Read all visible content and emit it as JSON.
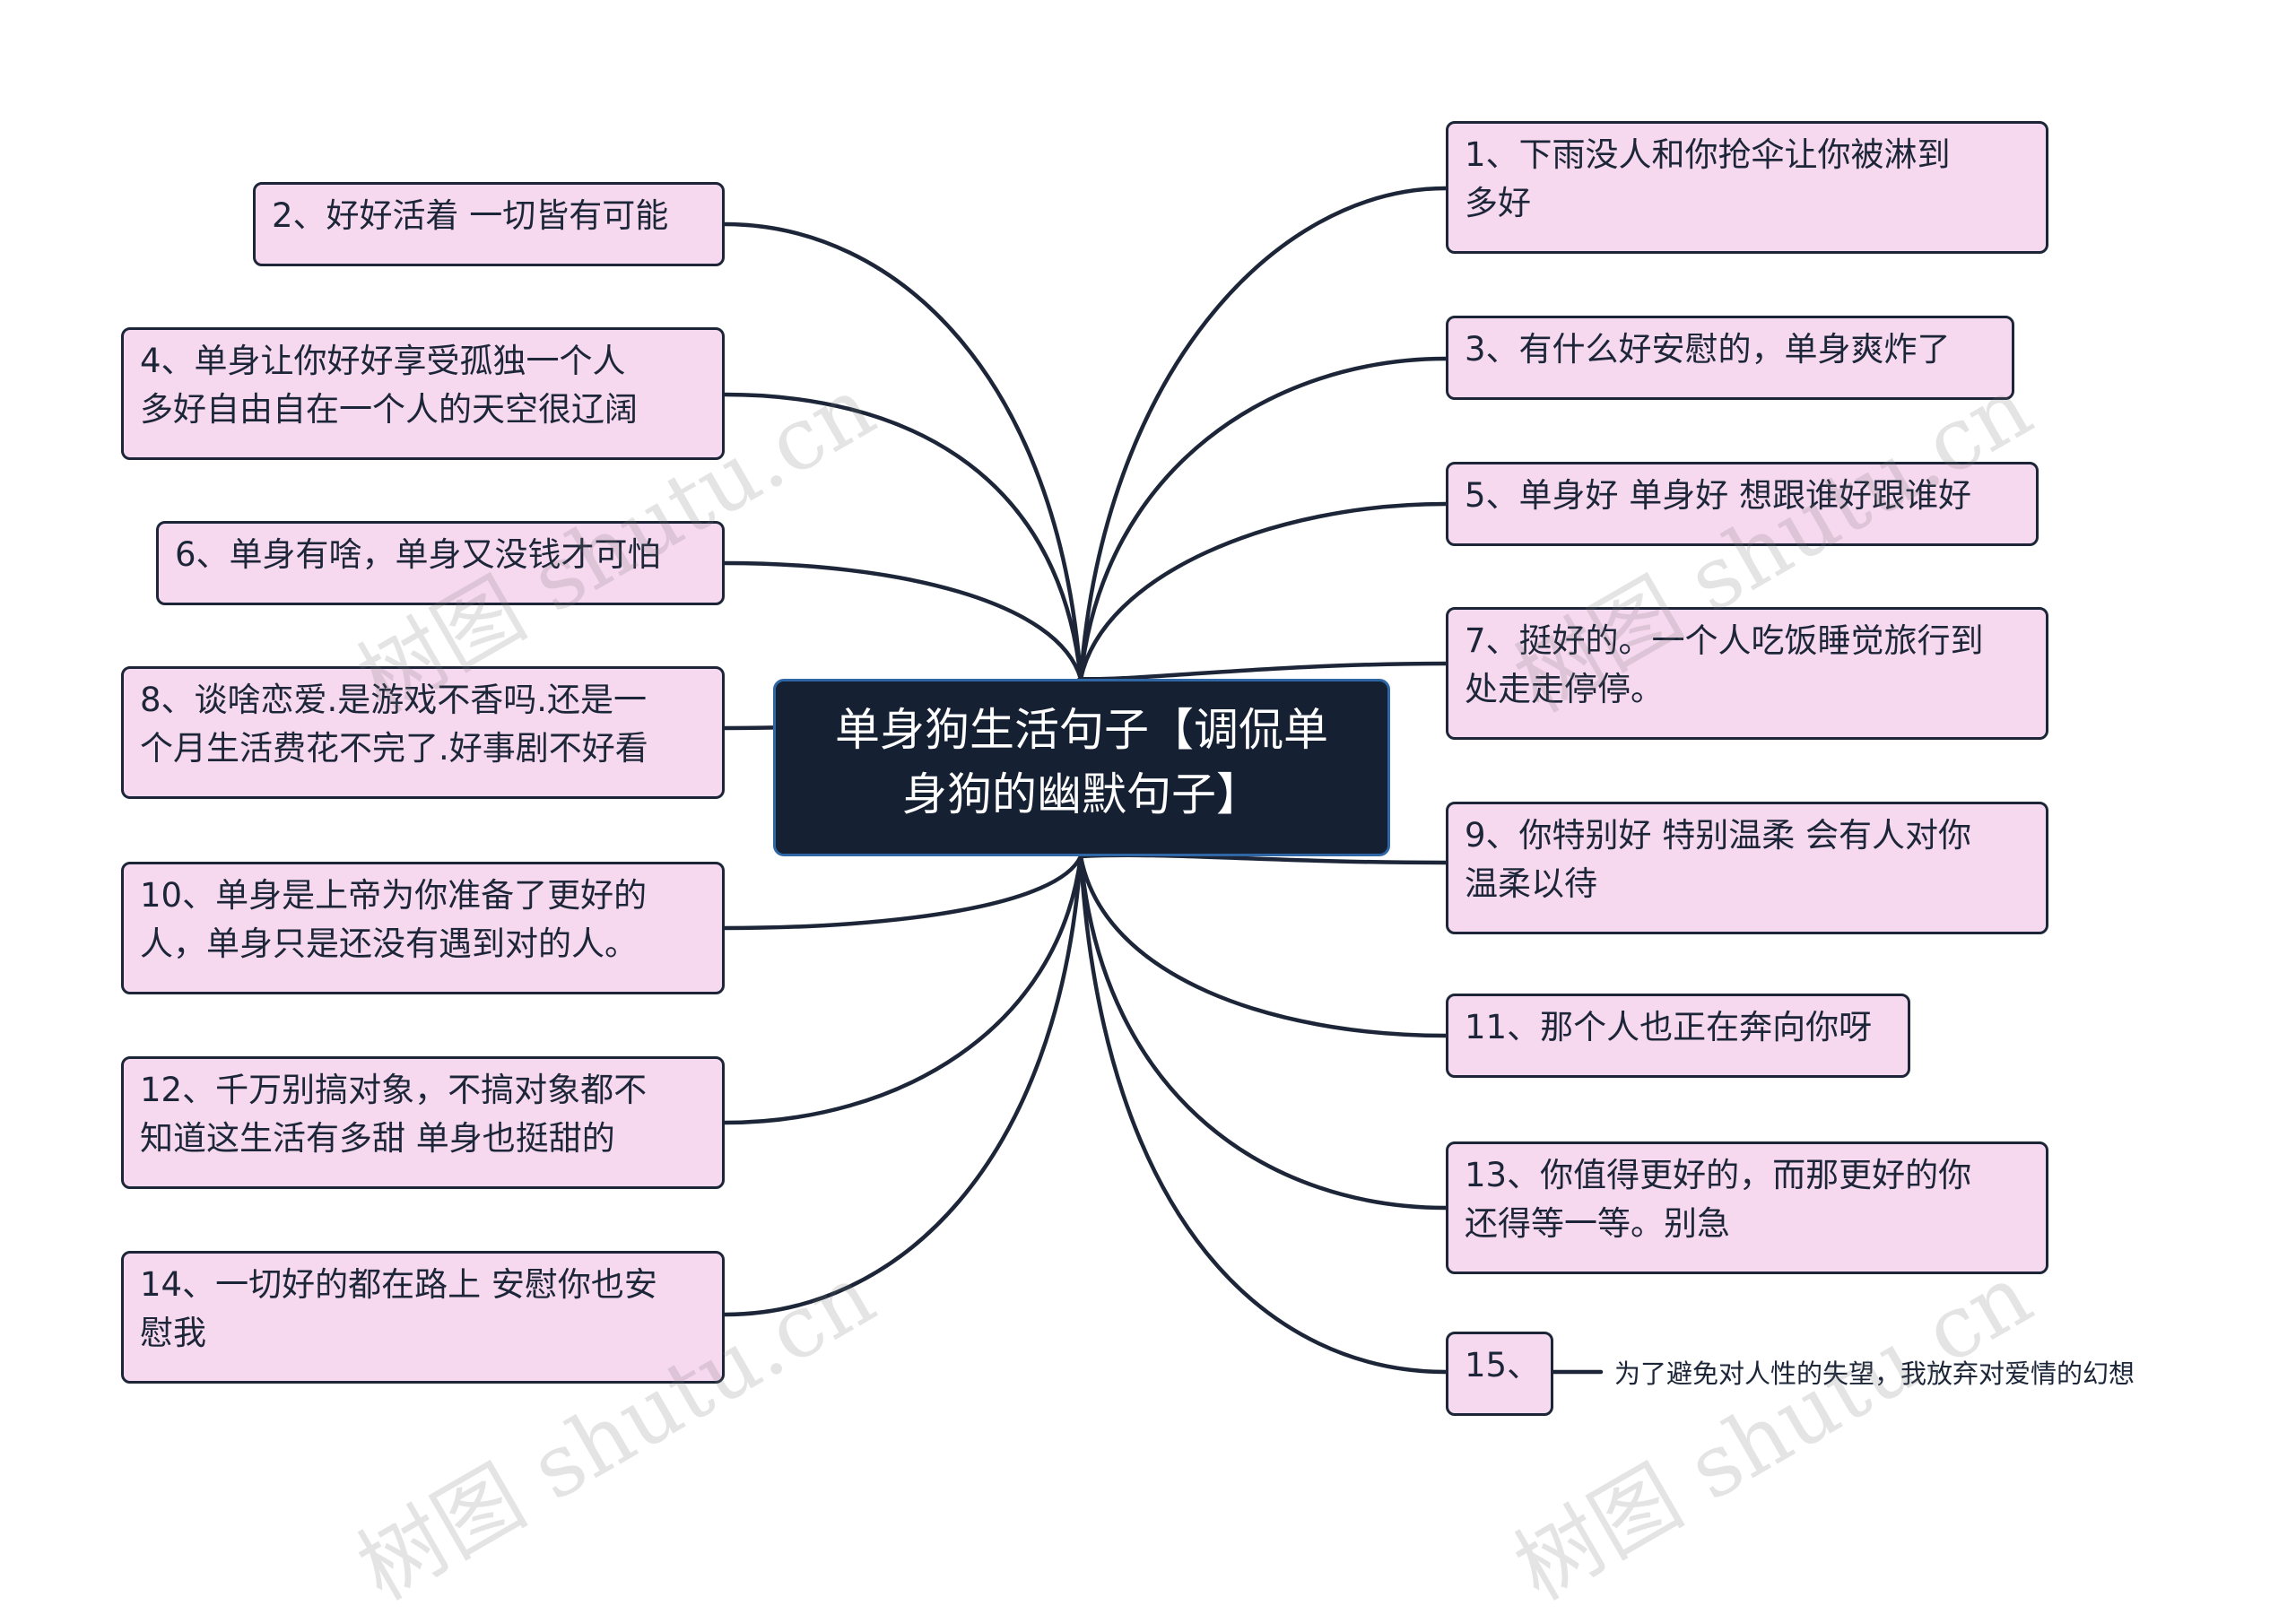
{
  "center": {
    "line1": "单身狗生活句子【调侃单",
    "line2": "身狗的幽默句子】"
  },
  "left_nodes": [
    {
      "line1": "2、好好活着 一切皆有可能"
    },
    {
      "line1": "4、单身让你好好享受孤独一个人",
      "line2": "多好自由自在一个人的天空很辽阔"
    },
    {
      "line1": "6、单身有啥，单身又没钱才可怕"
    },
    {
      "line1": "8、谈啥恋爱.是游戏不香吗.还是一",
      "line2": "个月生活费花不完了.好事剧不好看"
    },
    {
      "line1": "10、单身是上帝为你准备了更好的",
      "line2": "人，单身只是还没有遇到对的人。"
    },
    {
      "line1": "12、千万别搞对象，不搞对象都不",
      "line2": "知道这生活有多甜 单身也挺甜的"
    },
    {
      "line1": "14、一切好的都在路上 安慰你也安",
      "line2": "慰我"
    }
  ],
  "right_nodes": [
    {
      "line1": "1、下雨没人和你抢伞让你被淋到",
      "line2": "多好"
    },
    {
      "line1": "3、有什么好安慰的，单身爽炸了"
    },
    {
      "line1": "5、单身好 单身好 想跟谁好跟谁好"
    },
    {
      "line1": "7、挺好的。一个人吃饭睡觉旅行到",
      "line2": "处走走停停。"
    },
    {
      "line1": "9、你特别好 特别温柔 会有人对你",
      "line2": "温柔以待"
    },
    {
      "line1": "11、那个人也正在奔向你呀"
    },
    {
      "line1": "13、你值得更好的，而那更好的你",
      "line2": "还得等一等。别急"
    },
    {
      "line1": "15、"
    }
  ],
  "note": "为了避免对人性的失望，我放弃对爱情的幻想",
  "watermark": "树图 shutu.cn",
  "colors": {
    "node_fill": "#f7d9ef",
    "node_border": "#1c2638",
    "center_fill": "#152033",
    "center_border": "#2f66a5",
    "link": "#1c2638"
  }
}
